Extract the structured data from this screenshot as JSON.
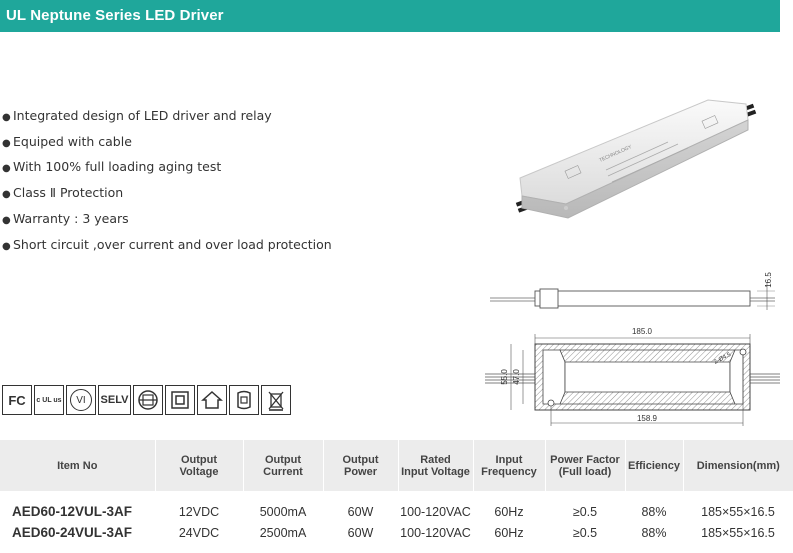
{
  "header": {
    "title": "UL Neptune Series LED Driver"
  },
  "features": [
    "Integrated design of LED driver and relay",
    "Equiped with cable",
    "With 100% full loading aging test",
    "Class Ⅱ Protection",
    "Warranty : 3 years",
    "Short circuit ,over current and over load protection"
  ],
  "drawing": {
    "height": "16.5",
    "length": "185.0",
    "width": "55.0",
    "inner_width": "47.0",
    "hole_spacing": "158.9",
    "hole": "2-Ø4.5"
  },
  "certifications": [
    {
      "name": "fc-mark",
      "label": "FC"
    },
    {
      "name": "ul-mark",
      "label": "c UL us"
    },
    {
      "name": "class-vi-mark",
      "label": "VI"
    },
    {
      "name": "selv-mark",
      "label": "SELV"
    },
    {
      "name": "transformer-mark",
      "label": ""
    },
    {
      "name": "double-insulation-mark",
      "label": ""
    },
    {
      "name": "indoor-use-mark",
      "label": ""
    },
    {
      "name": "safety-transformer-mark",
      "label": ""
    },
    {
      "name": "weee-mark",
      "label": ""
    }
  ],
  "table": {
    "headers": [
      "Item No",
      "Output\nVoltage",
      "Output\nCurrent",
      "Output\nPower",
      "Rated\nInput Voltage",
      "Input\nFrequency",
      "Power Factor\n(Full load)",
      "Efficiency",
      "Dimension(mm)"
    ],
    "rows": [
      [
        "AED60-12VUL-3AF",
        "12VDC",
        "5000mA",
        "60W",
        "100-120VAC",
        "60Hz",
        "≥0.5",
        "88%",
        "185×55×16.5"
      ],
      [
        "AED60-24VUL-3AF",
        "24VDC",
        "2500mA",
        "60W",
        "100-120VAC",
        "60Hz",
        "≥0.5",
        "88%",
        "185×55×16.5"
      ]
    ]
  },
  "colors": {
    "header_bg": "#1fa79b",
    "table_header_bg": "#ececec"
  }
}
